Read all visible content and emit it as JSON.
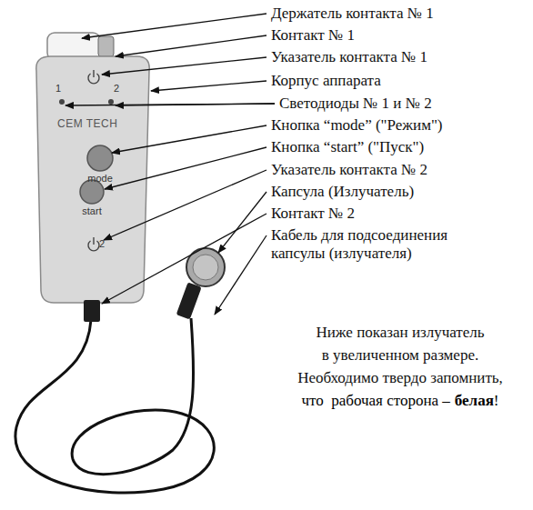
{
  "diagram": {
    "labels": [
      "Держатель контакта № 1",
      "Контакт № 1",
      "Указатель контакта № 1",
      "Корпус аппарата",
      "Светодиоды № 1 и № 2",
      "Кнопка “mode” (\"Режим\")",
      "Кнопка “start”  (\"Пуск\")",
      "Указатель контакта № 2",
      "Капсула (Излучатель)",
      "Контакт № 2",
      "Кабель для подсоединения капсулы (излучателя)",
      "Ниже показан излучатель",
      "в увеличенном размере.",
      "Необходимо твердо запомнить,",
      "что  рабочая сторона –",
      "белая",
      "!",
      "1",
      "2",
      "CEM TECH",
      "mode",
      "start",
      "2"
    ]
  }
}
